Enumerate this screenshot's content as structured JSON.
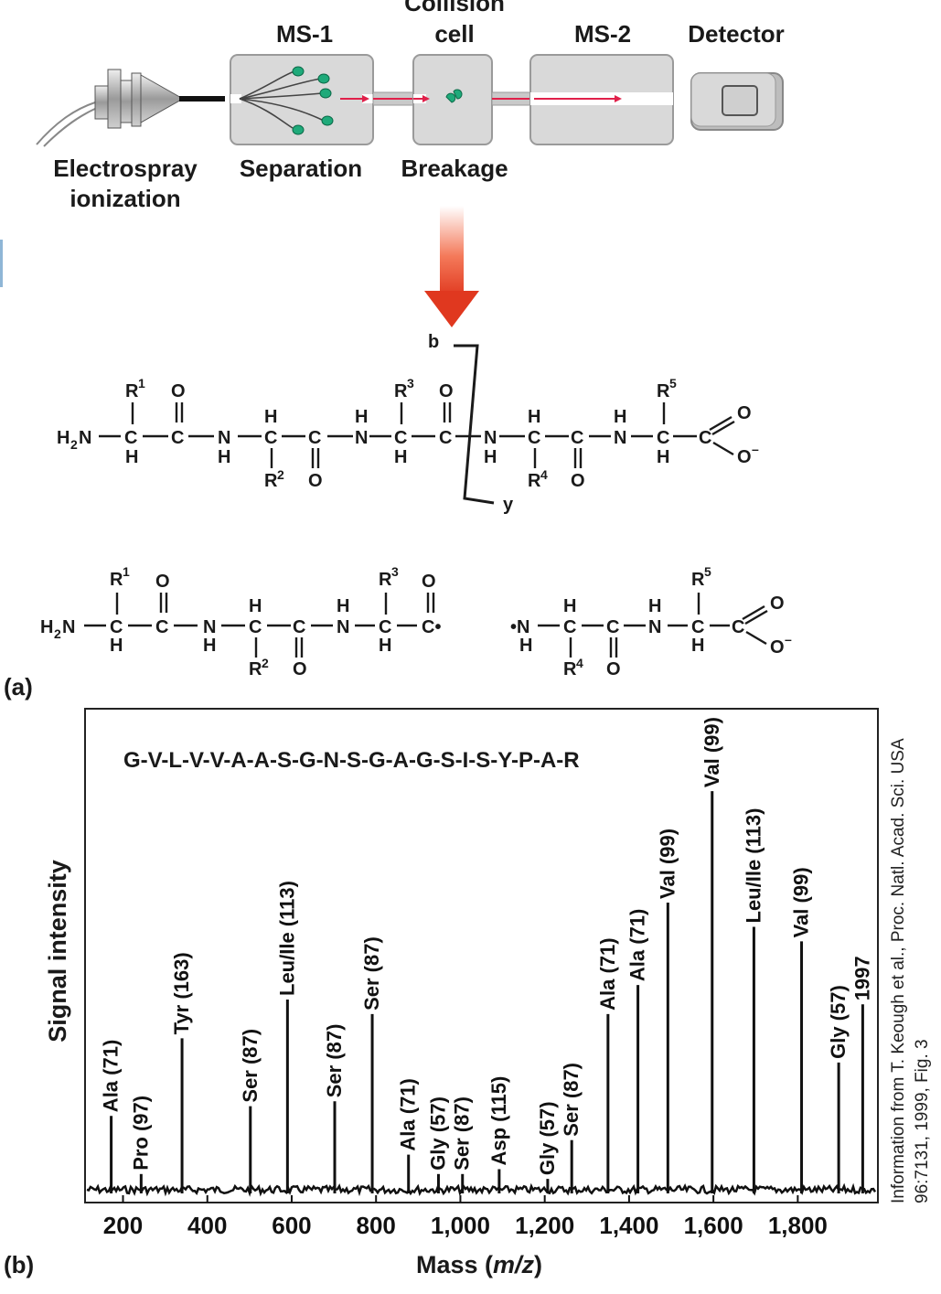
{
  "panel_a": {
    "panel_label": "(a)",
    "instrument": {
      "ms1": "MS-1",
      "collision_line1": "Collision",
      "collision_line2": "cell",
      "ms2": "MS-2",
      "detector": "Detector",
      "esi_line1": "Electrospray",
      "esi_line2": "ionization",
      "separation": "Separation",
      "breakage": "Breakage"
    },
    "fragment_labels": {
      "b": "b",
      "y": "y"
    }
  },
  "panel_b": {
    "panel_label": "(b)",
    "credit_line1": "Information from T. Keough et al., Proc. Natl. Acad. Sci. USA",
    "credit_line2": "96:7131, 1999, Fig. 3"
  },
  "colors": {
    "instrument_gray": "#d9d9d9",
    "arrow_red": "#e8402a",
    "beam": "#e0204a",
    "ion_green": "#1faa7a"
  },
  "chart_data": {
    "type": "line",
    "title": "G-V-L-V-V-A-A-S-G-N-S-G-A-G-S-I-S-Y-P-A-R",
    "xlabel": "Mass (m/z)",
    "ylabel": "Signal intensity",
    "xlim": [
      110,
      1990
    ],
    "ylim": [
      0,
      1.0
    ],
    "x_ticks": [
      {
        "value": 200,
        "label": "200"
      },
      {
        "value": 400,
        "label": "400"
      },
      {
        "value": 600,
        "label": "600"
      },
      {
        "value": 800,
        "label": "800"
      },
      {
        "value": 1000,
        "label": "1,000"
      },
      {
        "value": 1200,
        "label": "1,200"
      },
      {
        "value": 1400,
        "label": "1,400"
      },
      {
        "value": 1600,
        "label": "1,600"
      },
      {
        "value": 1800,
        "label": "1,800"
      }
    ],
    "peaks": [
      {
        "x": 172,
        "y": 0.16,
        "label": "Ala (71)"
      },
      {
        "x": 243,
        "y": 0.04,
        "label": "Pro (97)"
      },
      {
        "x": 340,
        "y": 0.32,
        "label": "Tyr (163)"
      },
      {
        "x": 502,
        "y": 0.18,
        "label": "Ser (87)"
      },
      {
        "x": 590,
        "y": 0.4,
        "label": "Leu/Ile (113)"
      },
      {
        "x": 702,
        "y": 0.19,
        "label": "Ser (87)"
      },
      {
        "x": 791,
        "y": 0.37,
        "label": "Ser (87)"
      },
      {
        "x": 877,
        "y": 0.08,
        "label": "Ala (71)"
      },
      {
        "x": 948,
        "y": 0.04,
        "label": "Gly (57)"
      },
      {
        "x": 1005,
        "y": 0.04,
        "label": "Ser (87)"
      },
      {
        "x": 1092,
        "y": 0.05,
        "label": "Asp (115)"
      },
      {
        "x": 1207,
        "y": 0.03,
        "label": "Gly (57)"
      },
      {
        "x": 1264,
        "y": 0.11,
        "label": "Ser (87)"
      },
      {
        "x": 1350,
        "y": 0.37,
        "label": "Ala (71)"
      },
      {
        "x": 1421,
        "y": 0.43,
        "label": "Ala (71)"
      },
      {
        "x": 1492,
        "y": 0.6,
        "label": "Val (99)"
      },
      {
        "x": 1597,
        "y": 0.83,
        "label": "Val (99)"
      },
      {
        "x": 1696,
        "y": 0.55,
        "label": "Leu/Ile (113)"
      },
      {
        "x": 1809,
        "y": 0.52,
        "label": "Val (99)"
      },
      {
        "x": 1897,
        "y": 0.27,
        "label": "Gly (57)"
      },
      {
        "x": 1954,
        "y": 0.39,
        "label": "1997"
      }
    ]
  }
}
